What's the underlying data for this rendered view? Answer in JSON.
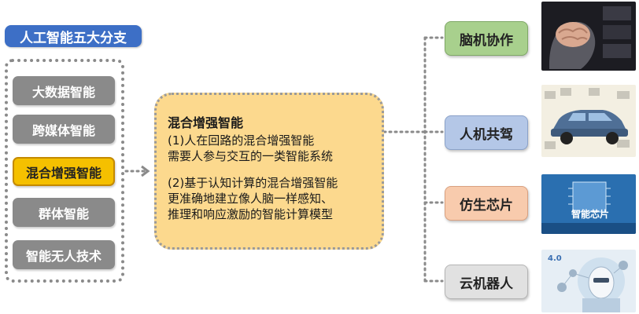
{
  "title": "人工智能五大分支",
  "branches": [
    {
      "label": "大数据智能",
      "active": false
    },
    {
      "label": "跨媒体智能",
      "active": false
    },
    {
      "label": "混合增强智能",
      "active": true
    },
    {
      "label": "群体智能",
      "active": false
    },
    {
      "label": "智能无人技术",
      "active": false
    }
  ],
  "center": {
    "heading": "混合增强智能",
    "item1_title": "(1)人在回路的混合增强智能",
    "item1_desc": "需要人参与交互的一类智能系统",
    "item2_title": "(2)基于认知计算的混合增强智能",
    "item2_desc_1": "更准确地建立像人脑一样感知、",
    "item2_desc_2": "推理和响应激励的智能计算模型"
  },
  "applications": [
    {
      "label": "脑机协作",
      "color": "#a8d08d"
    },
    {
      "label": "人机共驾",
      "color": "#b4c7e7"
    },
    {
      "label": "仿生芯片",
      "color": "#f8cbad"
    },
    {
      "label": "云机器人",
      "color": "#e1e1e1"
    }
  ],
  "images": [
    {
      "icon": "brain-image"
    },
    {
      "icon": "car-image"
    },
    {
      "icon": "chip-image",
      "caption": "智能芯片"
    },
    {
      "icon": "robot-image",
      "caption": "4.0"
    }
  ],
  "colors": {
    "title_bg": "#3d6fc6",
    "branch_grey": "#8a8a8a",
    "branch_active": "#f5c000",
    "center_bg": "#fcd98e"
  }
}
